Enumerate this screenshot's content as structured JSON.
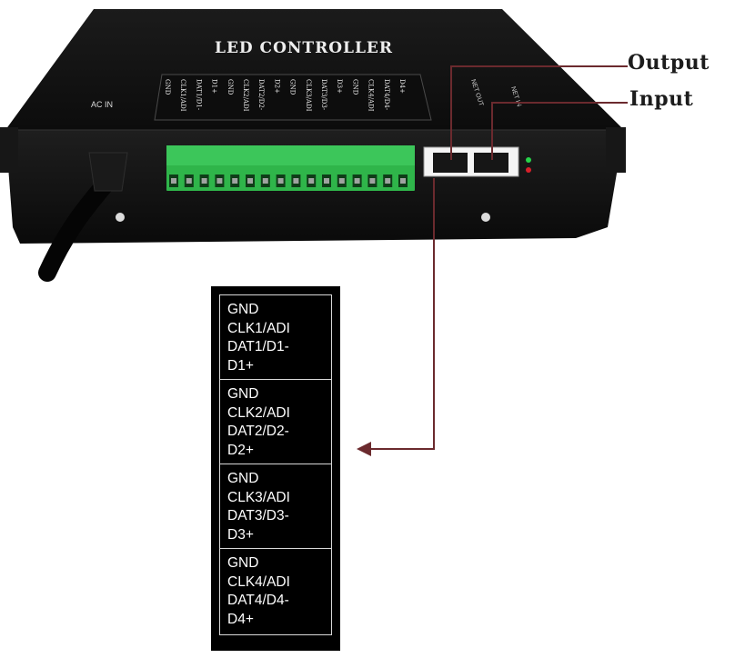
{
  "device": {
    "title": "LED CONTROLLER",
    "ac_label": "AC IN",
    "port_out_label": "NET OUT",
    "port_in_label": "NET IN",
    "terminal_labels": [
      [
        "GND",
        "CLK1/ADI",
        "DAT1/D1-",
        "D1+"
      ],
      [
        "GND",
        "CLK2/ADI",
        "DAT2/D2-",
        "D2+"
      ],
      [
        "GND",
        "CLK3/ADI",
        "DAT3/D3-",
        "D3+"
      ],
      [
        "GND",
        "CLK4/ADI",
        "DAT4/D4-",
        "D4+"
      ]
    ]
  },
  "callouts": {
    "output": "Output",
    "input": "Input"
  },
  "pin_table": {
    "groups": [
      [
        "GND",
        "CLK1/ADI",
        "DAT1/D1-",
        "D1+"
      ],
      [
        "GND",
        "CLK2/ADI",
        "DAT2/D2-",
        "D2+"
      ],
      [
        "GND",
        "CLK3/ADI",
        "DAT3/D3-",
        "D3+"
      ],
      [
        "GND",
        "CLK4/ADI",
        "DAT4/D4-",
        "D4+"
      ]
    ]
  },
  "colors": {
    "arrow": "#6b2a2e",
    "terminal": "#2fb54a",
    "chassis": "#121212"
  }
}
